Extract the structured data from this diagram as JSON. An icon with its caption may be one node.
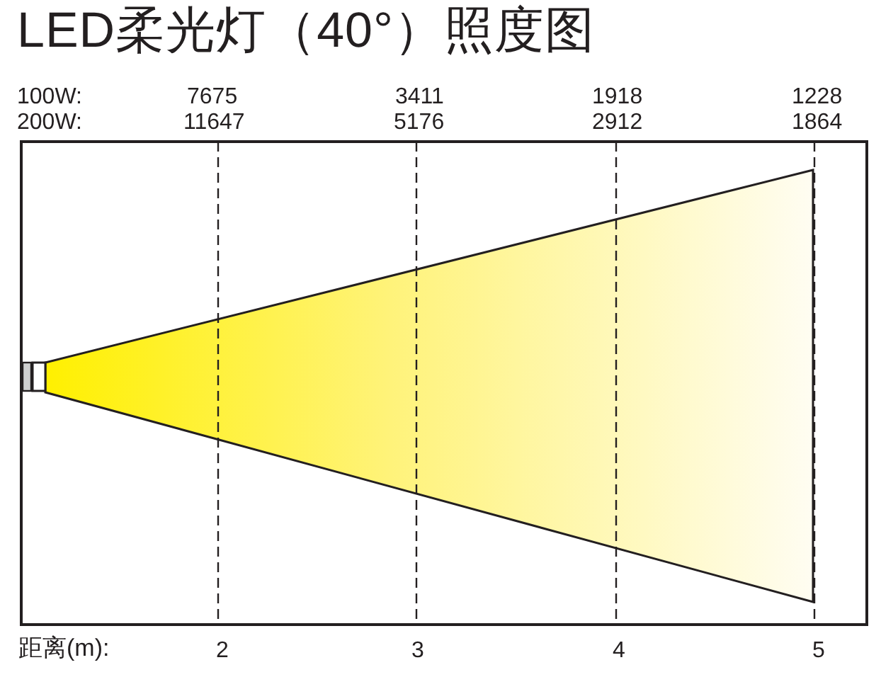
{
  "diagram": {
    "title": "LED柔光灯（40°）照度图",
    "labels": [
      "100W:",
      "7675",
      "3411",
      "1918",
      "1228",
      "200W:",
      "11647",
      "5176",
      "2912",
      "1864",
      "距离(m):",
      "2",
      "3",
      "4",
      "5"
    ]
  }
}
